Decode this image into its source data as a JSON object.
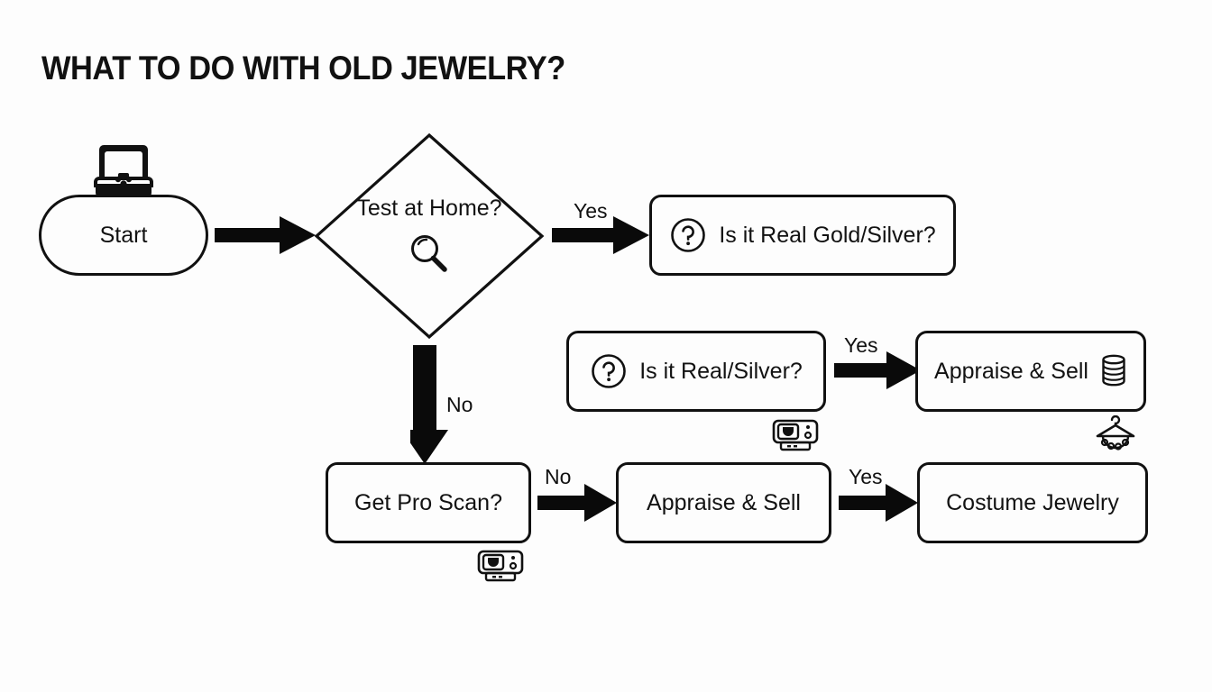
{
  "page": {
    "title": "WHAT TO DO WITH OLD JEWELRY?",
    "background_color": "#fdfdfd",
    "stroke_color": "#111111"
  },
  "diagram": {
    "type": "flowchart",
    "nodes": [
      {
        "id": "start",
        "label": "Start",
        "shape": "pill",
        "icon": "jewelry-box-icon",
        "icon_position": "above"
      },
      {
        "id": "test-at-home",
        "label": "Test at Home?",
        "shape": "diamond",
        "icon": "magnifier-icon",
        "icon_position": "inside-below"
      },
      {
        "id": "is-it-real-gold-silver",
        "label": "Is it Real Gold/Silver?",
        "shape": "rounded-rect",
        "icon": "question-circle-icon",
        "icon_position": "inside-left"
      },
      {
        "id": "is-it-real-silver",
        "label": "Is it Real/Silver?",
        "shape": "rounded-rect",
        "icon": "question-circle-icon",
        "icon_position": "inside-left",
        "secondary_icon": "scanner-icon",
        "secondary_icon_position": "below-right"
      },
      {
        "id": "appraise-and-sell-top",
        "label": "Appraise & Sell",
        "shape": "rounded-rect",
        "icon": "coin-stack-icon",
        "icon_position": "inside-right",
        "secondary_icon": "necklace-hanger-icon",
        "secondary_icon_position": "below-right"
      },
      {
        "id": "get-pro-scan",
        "label": "Get Pro Scan?",
        "shape": "rounded-rect",
        "secondary_icon": "scanner-icon",
        "secondary_icon_position": "below-right"
      },
      {
        "id": "appraise-and-sell-bottom",
        "label": "Appraise & Sell",
        "shape": "rounded-rect"
      },
      {
        "id": "costume-jewelry",
        "label": "Costume Jewelry",
        "shape": "rounded-rect"
      }
    ],
    "edges": [
      {
        "id": "start-to-test",
        "from": "start",
        "to": "test-at-home",
        "label": "",
        "direction": "right"
      },
      {
        "id": "test-yes",
        "from": "test-at-home",
        "to": "is-it-real-gold-silver",
        "label": "Yes",
        "direction": "right"
      },
      {
        "id": "test-no",
        "from": "test-at-home",
        "to": "get-pro-scan",
        "label": "No",
        "direction": "down"
      },
      {
        "id": "real-silver-yes",
        "from": "is-it-real-silver",
        "to": "appraise-and-sell-top",
        "label": "Yes",
        "direction": "right"
      },
      {
        "id": "pro-scan-no",
        "from": "get-pro-scan",
        "to": "appraise-and-sell-bottom",
        "label": "No",
        "direction": "right"
      },
      {
        "id": "appraise-yes",
        "from": "appraise-and-sell-bottom",
        "to": "costume-jewelry",
        "label": "Yes",
        "direction": "right"
      }
    ]
  }
}
